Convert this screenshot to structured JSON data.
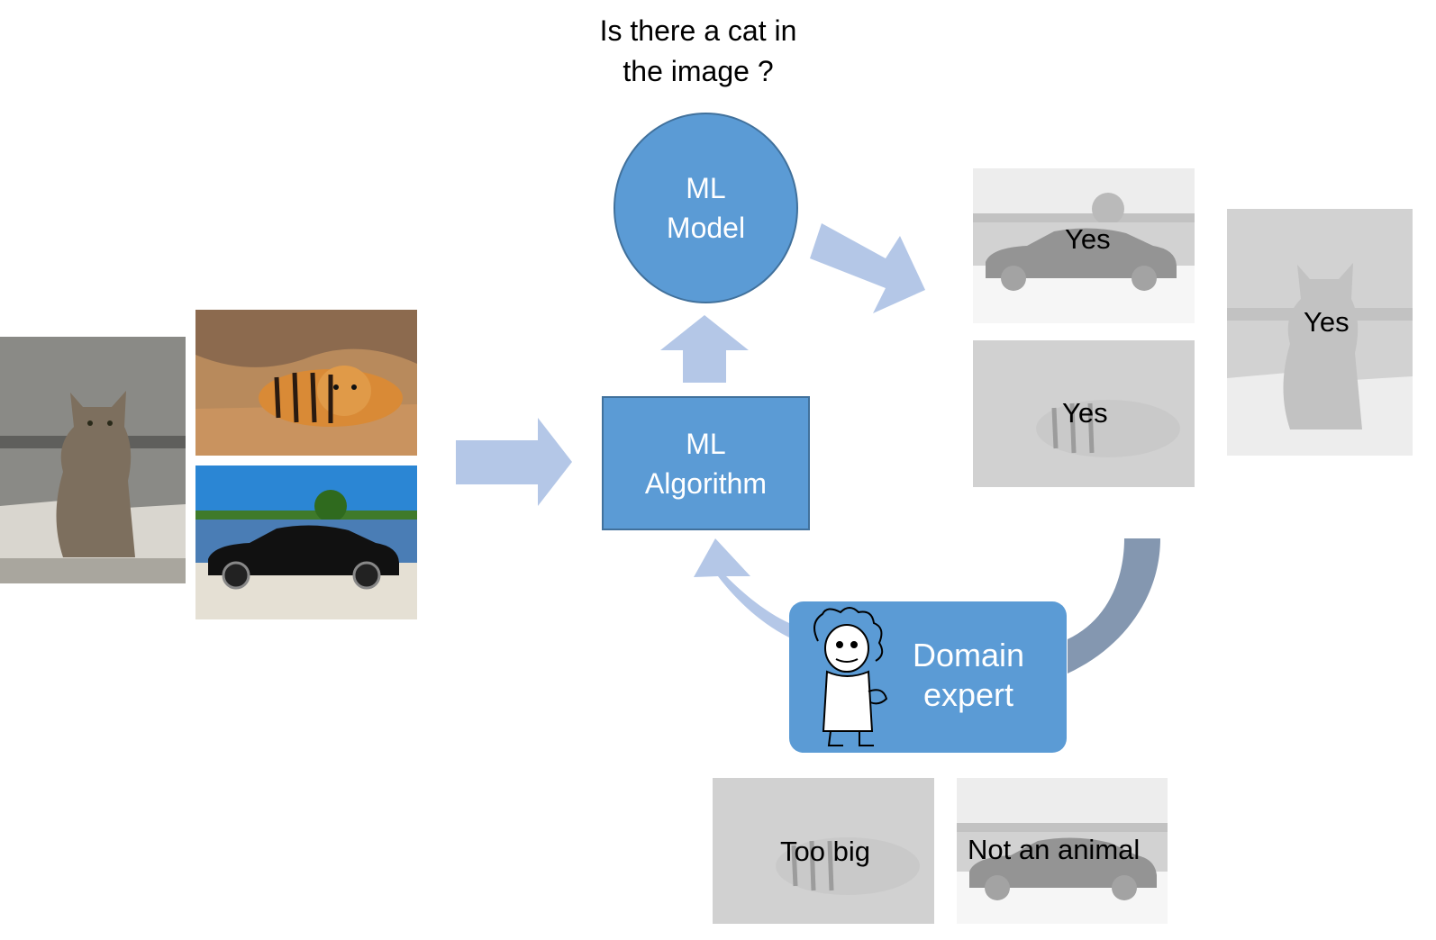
{
  "question": {
    "line1": "Is there a cat in",
    "line2": "the image ?"
  },
  "model": {
    "line1": "ML",
    "line2": "Model"
  },
  "algorithm": {
    "line1": "ML",
    "line2": "Algorithm"
  },
  "expert": {
    "line1": "Domain",
    "line2": "expert"
  },
  "predictions": [
    "Yes",
    "Yes",
    "Yes"
  ],
  "feedback": [
    "Too big",
    "Not an animal"
  ],
  "colors": {
    "node_fill": "#5b9bd5",
    "node_border": "#41719c",
    "arrow_light": "#b4c7e7",
    "arrow_dark": "#8497b0"
  }
}
